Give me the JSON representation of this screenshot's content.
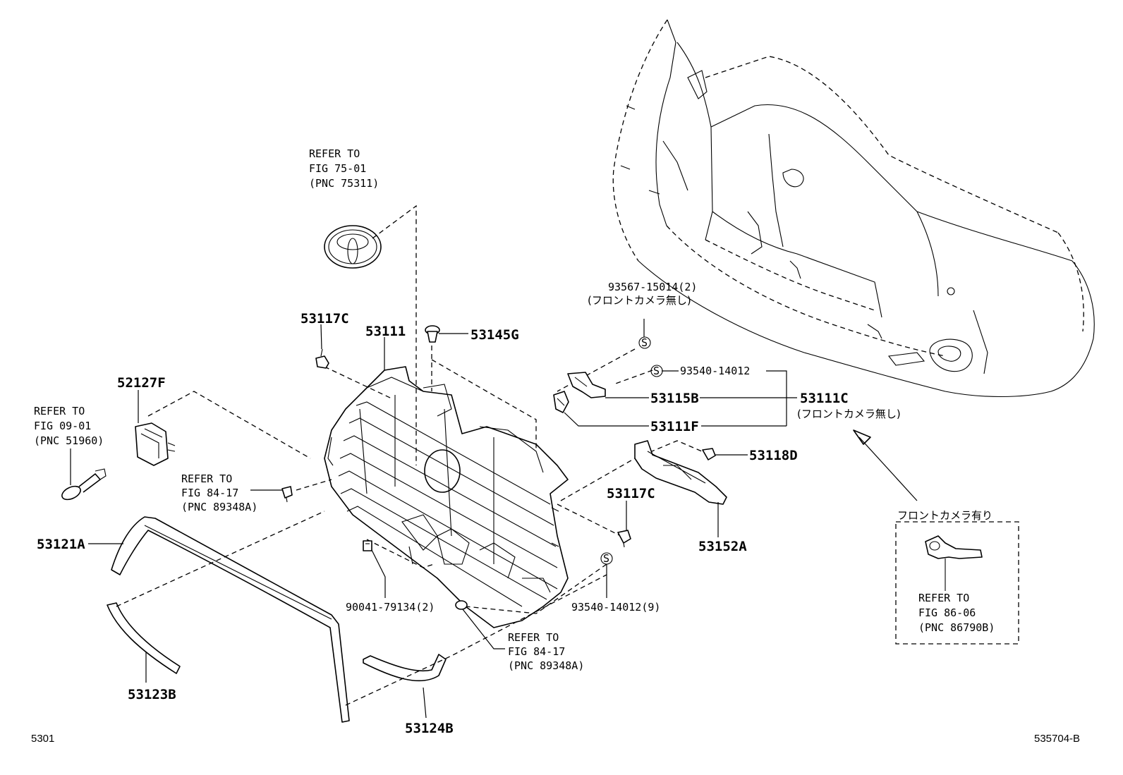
{
  "diagram": {
    "parts": [
      {
        "id": "p53117c_top",
        "label": "53117C"
      },
      {
        "id": "p53111",
        "label": "53111"
      },
      {
        "id": "p53145g",
        "label": "53145G"
      },
      {
        "id": "p52127f",
        "label": "52127F"
      },
      {
        "id": "p53115b",
        "label": "53115B"
      },
      {
        "id": "p53111f",
        "label": "53111F"
      },
      {
        "id": "p53111c",
        "label": "53111C"
      },
      {
        "id": "p53118d",
        "label": "53118D"
      },
      {
        "id": "p53117c_mid",
        "label": "53117C"
      },
      {
        "id": "p53152a",
        "label": "53152A"
      },
      {
        "id": "p53121a",
        "label": "53121A"
      },
      {
        "id": "p53123b",
        "label": "53123B"
      },
      {
        "id": "p53124b",
        "label": "53124B"
      },
      {
        "id": "p90041",
        "label": "90041-79134(2)"
      },
      {
        "id": "p93540_9",
        "label": "93540-14012(9)"
      },
      {
        "id": "p93540",
        "label": "93540-14012"
      },
      {
        "id": "p93567",
        "label": "93567-15014(2)"
      }
    ],
    "notes": {
      "no_front_camera_1": "(フロントカメラ無し)",
      "no_front_camera_2": "(フロントカメラ無し)",
      "with_front_camera": "フロントカメラ有り"
    },
    "references": [
      {
        "id": "ref_emblem",
        "lines": [
          "REFER TO",
          "FIG 75-01",
          "(PNC 75311)"
        ]
      },
      {
        "id": "ref_hook",
        "lines": [
          "REFER TO",
          "FIG 09-01",
          "(PNC 51960)"
        ]
      },
      {
        "id": "ref_clip_left",
        "lines": [
          "REFER TO",
          "FIG 84-17",
          "(PNC 89348A)"
        ]
      },
      {
        "id": "ref_clip_bottom",
        "lines": [
          "REFER TO",
          "FIG 84-17",
          "(PNC 89348A)"
        ]
      },
      {
        "id": "ref_camera",
        "lines": [
          "REFER TO",
          "FIG 86-06",
          "(PNC 86790B)"
        ]
      }
    ],
    "symbols": {
      "screw": "S"
    },
    "page_code": "5301",
    "figure_code": "535704-B"
  }
}
